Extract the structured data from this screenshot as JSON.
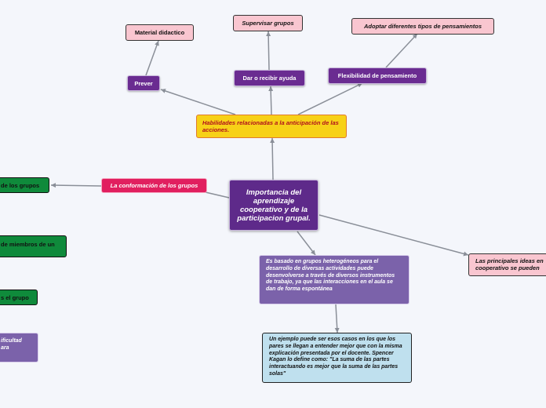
{
  "center": {
    "text": "Importancia del aprendizaje cooperativo y de la participacion grupal."
  },
  "habilidades": "Habilidades relacionadas a la anticipación de las acciones.",
  "top_nodes": {
    "prever": "Prever",
    "material": "Material didactico",
    "dar_recibir": "Dar o recibir ayuda",
    "supervisar": "Supervisar grupos",
    "flexibilidad": "Flexibilidad de pensamiento",
    "adoptar": "Adoptar diferentes tipos de pensamientos"
  },
  "conformacion": "La conformación de los grupos",
  "left_nodes": {
    "grupos": "de los grupos",
    "miembros": "de miembros de un",
    "grupo": "s el grupo",
    "dificultad_1": "ificultad",
    "dificultad_2": "ara"
  },
  "basado": "Es basado en grupos heterogéneos para el desarrollo de diversas actividades puede desenvolverse a través de diversos instrumentos de trabajo, ya que las interacciones en el aula se dan de forma espontánea",
  "ejemplo": "Un ejemplo puede ser esos casos en los que los pares se llegan a entender mejor que con la misma explicación presentada por el docente. Spencer Kagan lo define como: \"La suma de las partes interactuando es mejor que la suma de las partes solas\"",
  "principales": "Las principales ideas en cooperativo se pueden",
  "colors": {
    "background": "#f4f6fb",
    "purple": "#6a2c91",
    "pink": "#f9c6d0",
    "yellow": "#f7d117",
    "red": "#e11f5f",
    "green": "#0f8a3b",
    "lavender": "#7b62aa",
    "lightblue": "#bfe0ee",
    "connector": "#8a8f98"
  }
}
